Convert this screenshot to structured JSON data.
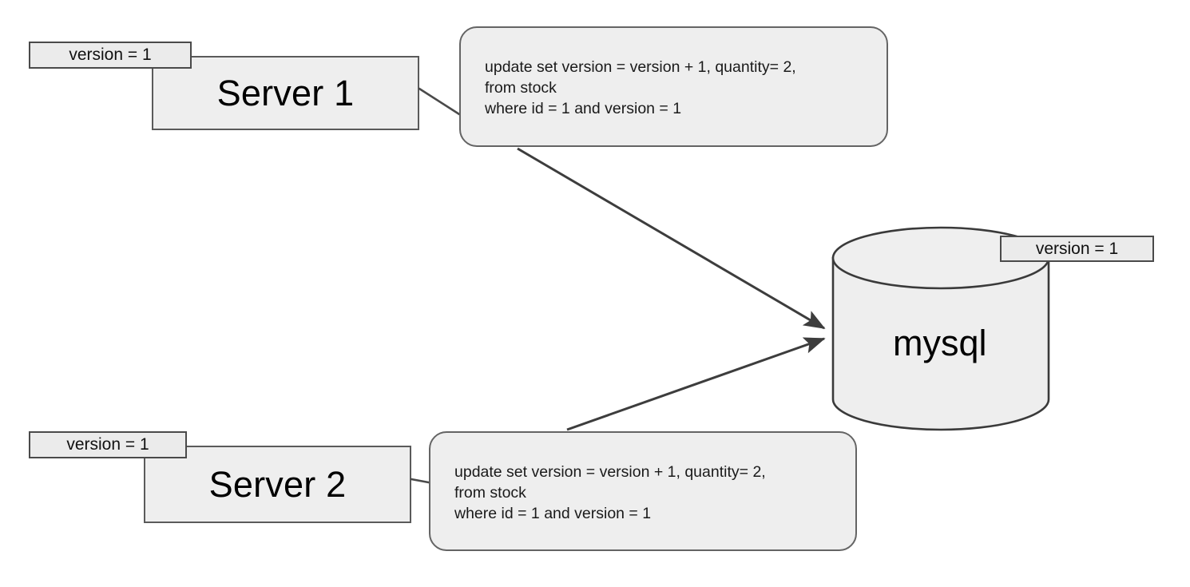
{
  "diagram": {
    "title": "Optimistic locking race condition between two servers and MySQL",
    "background_color": "#ffffff",
    "shape_fill": "#eeeeee",
    "shape_stroke": "#5a5a5a",
    "line_color": "#3d3d3d",
    "text_color": "#000000"
  },
  "servers": [
    {
      "id": "server-1",
      "label": "Server 1",
      "version_tag": "version = 1"
    },
    {
      "id": "server-2",
      "label": "Server 2",
      "version_tag": "version = 1"
    }
  ],
  "queries": [
    {
      "id": "query-1",
      "owner": "Server 1",
      "lines": [
        "update set version = version + 1, quantity= 2,",
        "from stock",
        "where id = 1 and version = 1"
      ]
    },
    {
      "id": "query-2",
      "owner": "Server 2",
      "lines": [
        "update set version = version + 1, quantity= 2,",
        "from stock",
        "where id = 1 and version = 1"
      ]
    }
  ],
  "database": {
    "id": "mysql-database",
    "label": "mysql",
    "version_tag": "version = 1"
  },
  "connections": [
    {
      "from": "Server 1",
      "to": "query-1",
      "arrow": false
    },
    {
      "from": "Server 2",
      "to": "query-2",
      "arrow": false
    },
    {
      "from": "query-1",
      "to": "mysql",
      "arrow": true
    },
    {
      "from": "query-2",
      "to": "mysql",
      "arrow": true
    }
  ]
}
